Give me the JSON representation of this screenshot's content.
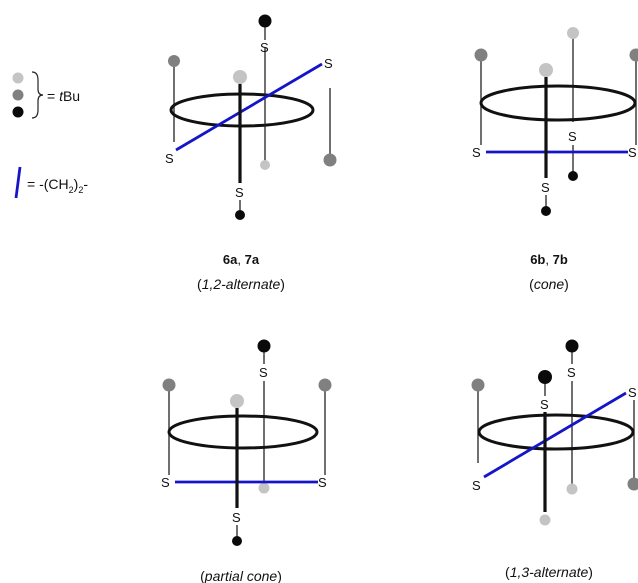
{
  "legend": {
    "tbu_label": "= tBu",
    "tbu_prefix": "= ",
    "tbu_italic": "t",
    "tbu_rest": "Bu",
    "linker_prefix": "= -(CH",
    "linker_sub": "2",
    "linker_suffix": ")",
    "linker_sub2": "2",
    "linker_tail": "-",
    "linker_label": "= -(CH2)2-"
  },
  "atom_label": "S",
  "panels": [
    {
      "compound_a": "6a",
      "compound_sep": ", ",
      "compound_b": "7a",
      "conformation": "1,2-alternate"
    },
    {
      "compound_a": "6b",
      "compound_sep": ", ",
      "compound_b": "7b",
      "conformation": "cone"
    },
    {
      "compound_a": "",
      "compound_sep": "",
      "compound_b": "",
      "conformation": "partial cone"
    },
    {
      "compound_a": "",
      "compound_sep": "",
      "compound_b": "",
      "conformation": "1,3-alternate"
    }
  ],
  "colors": {
    "ring": "#111111",
    "linker": "#1515c8",
    "tbu_light": "#c4c4c4",
    "tbu_mid": "#808080",
    "tbu_dark": "#0a0a0a",
    "line": "#222222"
  }
}
